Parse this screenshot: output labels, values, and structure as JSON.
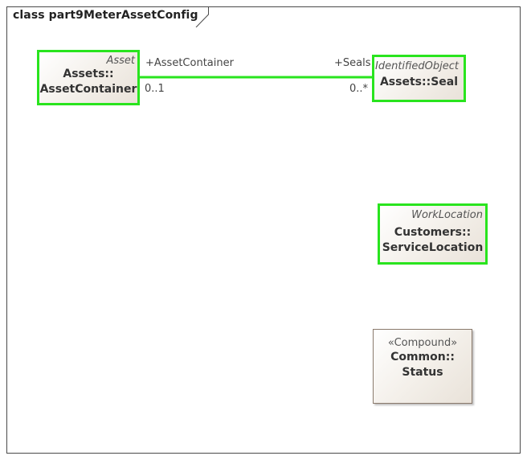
{
  "diagram": {
    "title": "class part9MeterAssetConfig"
  },
  "classes": {
    "asset_container": {
      "stereotype": "Asset",
      "name_line1": "Assets::",
      "name_line2": "AssetContainer"
    },
    "seal": {
      "stereotype": "IdentifiedObject",
      "name_line1": "Assets::Seal"
    },
    "service_location": {
      "stereotype": "WorkLocation",
      "name_line1": "Customers::",
      "name_line2": "ServiceLocation"
    },
    "status": {
      "stereotype": "«Compound»",
      "name_line1": "Common::",
      "name_line2": "Status"
    }
  },
  "association": {
    "source_role": "+AssetContainer",
    "source_multiplicity": "0..1",
    "target_role": "+Seals",
    "target_multiplicity": "0..*"
  },
  "colors": {
    "highlight": "#29e41e",
    "frame": "#4a4a4a",
    "box_border": "#8a7a6c"
  }
}
